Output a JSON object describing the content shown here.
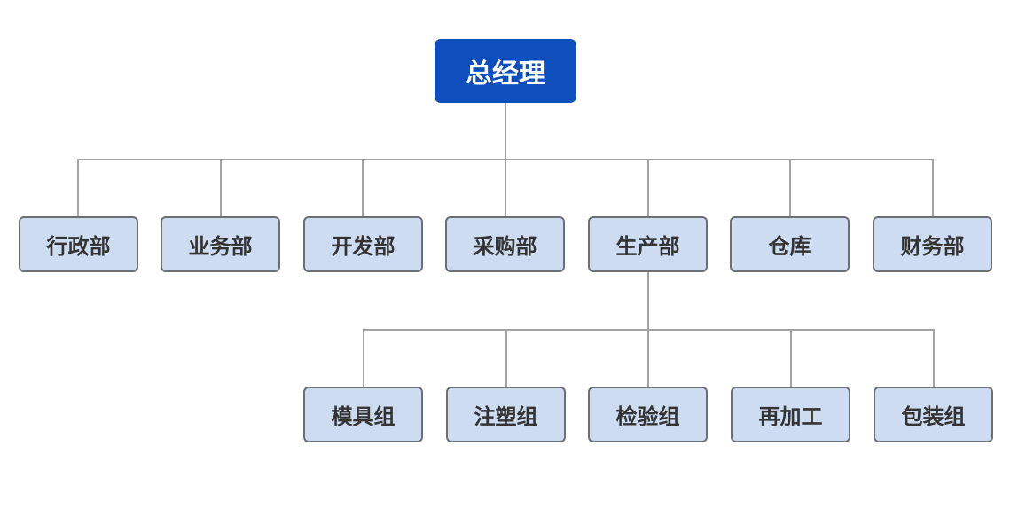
{
  "chart": {
    "root": "总经理",
    "departments": [
      "行政部",
      "业务部",
      "开发部",
      "采购部",
      "生产部",
      "仓库",
      "财务部"
    ],
    "production_groups": [
      "模具组",
      "注塑组",
      "检验组",
      "再加工",
      "包装组"
    ]
  }
}
